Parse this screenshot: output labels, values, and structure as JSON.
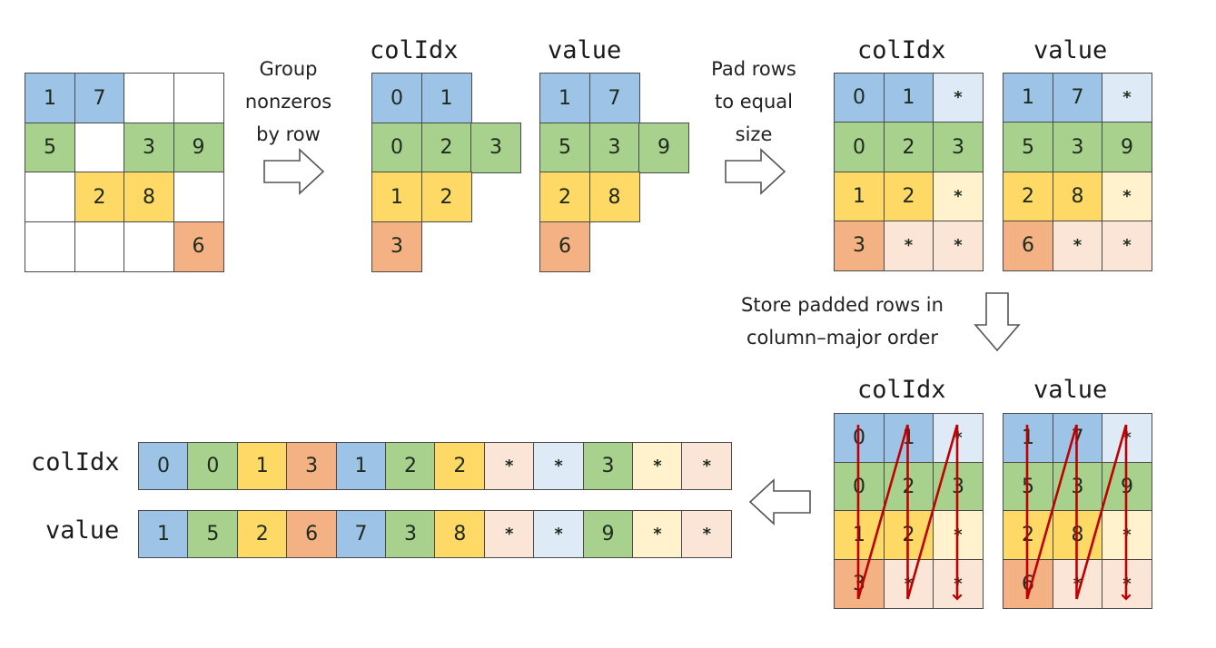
{
  "title": "Sparse matrix ELL format construction",
  "colors": {
    "row0": "#9dc3e6",
    "row1": "#a9d18e",
    "row2": "#ffd966",
    "row3": "#f4b183",
    "row0_pad": "#deebf7",
    "row1_pad": "#e2f0d9",
    "row2_pad": "#fff2cc",
    "row3_pad": "#fbe5d6",
    "empty": "#ffffff",
    "trace": "#c00000",
    "grid_line": "#4a4a4a"
  },
  "original_matrix": {
    "rows": [
      [
        "1",
        "7",
        "",
        ""
      ],
      [
        "5",
        "",
        "3",
        "9"
      ],
      [
        "",
        "2",
        "8",
        ""
      ],
      [
        "",
        "",
        "",
        "6"
      ]
    ]
  },
  "step1": {
    "caption_lines": [
      "Group",
      "nonzeros",
      "by row"
    ],
    "arrow": "right-arrow-icon"
  },
  "grouped": {
    "colIdx_label": "colIdx",
    "value_label": "value",
    "colIdx": [
      [
        "0",
        "1"
      ],
      [
        "0",
        "2",
        "3"
      ],
      [
        "1",
        "2"
      ],
      [
        "3"
      ]
    ],
    "value": [
      [
        "1",
        "7"
      ],
      [
        "5",
        "3",
        "9"
      ],
      [
        "2",
        "8"
      ],
      [
        "6"
      ]
    ]
  },
  "step2": {
    "caption_lines": [
      "Pad rows",
      "to equal",
      "size"
    ],
    "arrow": "right-arrow-icon"
  },
  "padded": {
    "colIdx_label": "colIdx",
    "value_label": "value",
    "pad_symbol": "*",
    "colIdx": [
      [
        "0",
        "1",
        "*"
      ],
      [
        "0",
        "2",
        "3"
      ],
      [
        "1",
        "2",
        "*"
      ],
      [
        "3",
        "*",
        "*"
      ]
    ],
    "value": [
      [
        "1",
        "7",
        "*"
      ],
      [
        "5",
        "3",
        "9"
      ],
      [
        "2",
        "8",
        "*"
      ],
      [
        "6",
        "*",
        "*"
      ]
    ]
  },
  "step3": {
    "caption_lines": [
      "Store padded rows in",
      "column–major order"
    ],
    "arrow": "down-arrow-icon"
  },
  "column_major": {
    "colIdx_label": "colIdx",
    "value_label": "value",
    "traversal": "column-major"
  },
  "step4": {
    "arrow": "left-arrow-icon"
  },
  "flattened": {
    "colIdx_label": "colIdx",
    "value_label": "value",
    "colIdx": [
      "0",
      "0",
      "1",
      "3",
      "1",
      "2",
      "2",
      "*",
      "*",
      "3",
      "*",
      "*"
    ],
    "value": [
      "1",
      "5",
      "2",
      "6",
      "7",
      "3",
      "8",
      "*",
      "*",
      "9",
      "*",
      "*"
    ],
    "row_of_cell": [
      0,
      1,
      2,
      3,
      0,
      1,
      2,
      3,
      0,
      1,
      2,
      3
    ]
  }
}
